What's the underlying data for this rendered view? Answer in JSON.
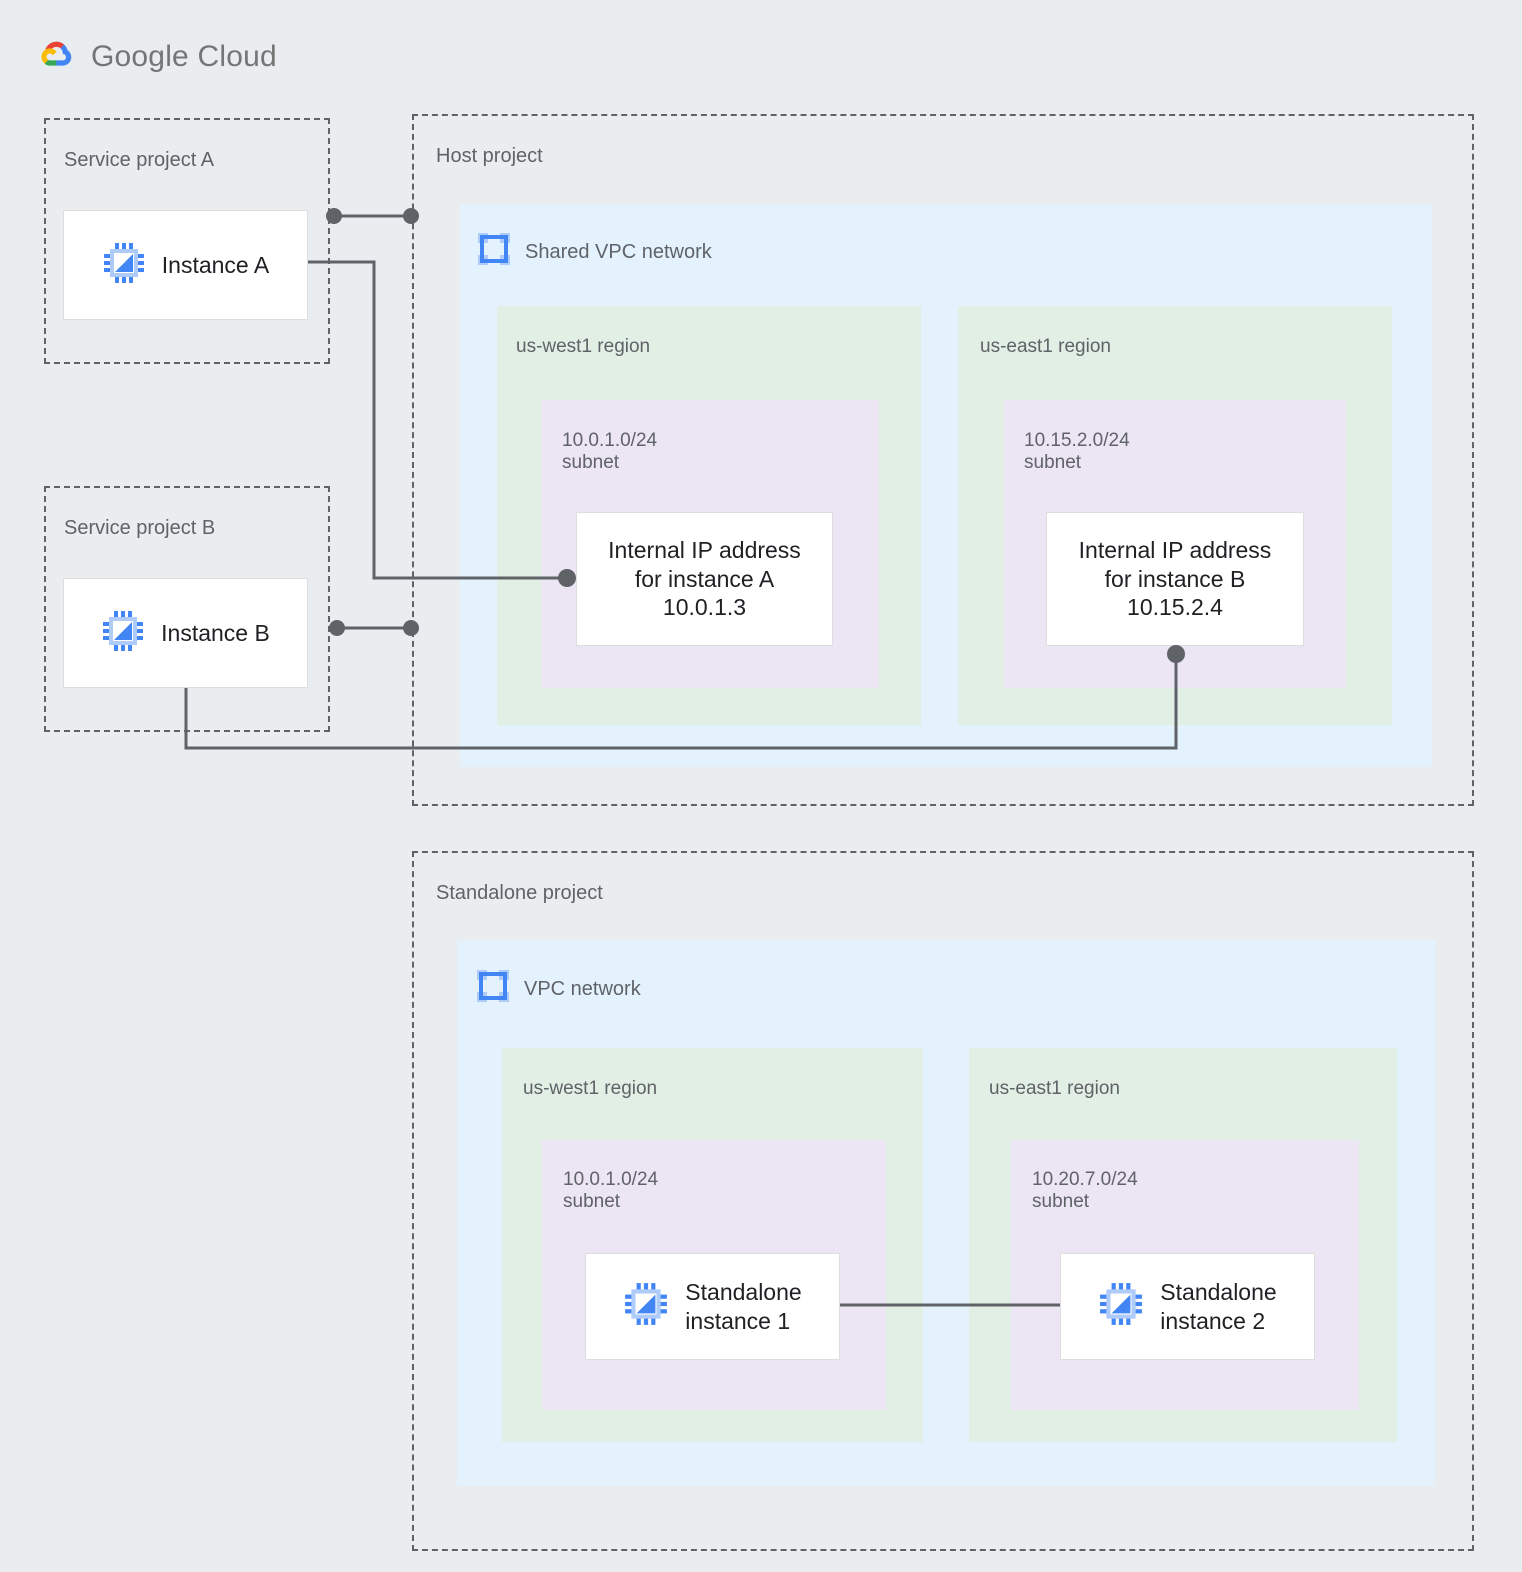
{
  "brand": {
    "logo_icon": "google-cloud-logo-icon",
    "name_bold": "Google",
    "name_light": " Cloud"
  },
  "colors": {
    "background": "#eaedef",
    "vpc_network": "#e3f2fd",
    "region": "#e2efe4",
    "subnet": "#ece5f4",
    "card": "#ffffff",
    "border_dashed": "#5f6368",
    "text_muted": "#5f6368",
    "text_primary": "#202124",
    "icon_blue": "#4285f4",
    "icon_blue_light": "#aecbfa",
    "connector": "#5f6368"
  },
  "projects": [
    {
      "id": "service-project-a",
      "label": "Service project A",
      "instance": {
        "label": "Instance A",
        "icon": "vm-instance-icon"
      }
    },
    {
      "id": "service-project-b",
      "label": "Service project B",
      "instance": {
        "label": "Instance B",
        "icon": "vm-instance-icon"
      }
    },
    {
      "id": "host-project",
      "label": "Host project",
      "network": {
        "label": "Shared VPC network",
        "icon": "vpc-network-icon",
        "regions": [
          {
            "label": "us-west1 region",
            "subnet": {
              "label": "10.0.1.0/24\nsubnet",
              "cidr": "10.0.1.0/24",
              "resource": {
                "text": "Internal IP address\nfor instance A\n10.0.1.3",
                "ip": "10.0.1.3",
                "instance": "instance A"
              }
            }
          },
          {
            "label": "us-east1 region",
            "subnet": {
              "label": "10.15.2.0/24\nsubnet",
              "cidr": "10.15.2.0/24",
              "resource": {
                "text": "Internal IP address\nfor instance B\n10.15.2.4",
                "ip": "10.15.2.4",
                "instance": "instance B"
              }
            }
          }
        ]
      }
    },
    {
      "id": "standalone-project",
      "label": "Standalone project",
      "network": {
        "label": "VPC network",
        "icon": "vpc-network-icon",
        "regions": [
          {
            "label": "us-west1 region",
            "subnet": {
              "label": "10.0.1.0/24\nsubnet",
              "cidr": "10.0.1.0/24",
              "resource": {
                "text": "Standalone\ninstance 1",
                "icon": "vm-instance-icon"
              }
            }
          },
          {
            "label": "us-east1 region",
            "subnet": {
              "label": "10.20.7.0/24\nsubnet",
              "cidr": "10.20.7.0/24",
              "resource": {
                "text": "Standalone\ninstance 2",
                "icon": "vm-instance-icon"
              }
            }
          }
        ]
      }
    }
  ]
}
